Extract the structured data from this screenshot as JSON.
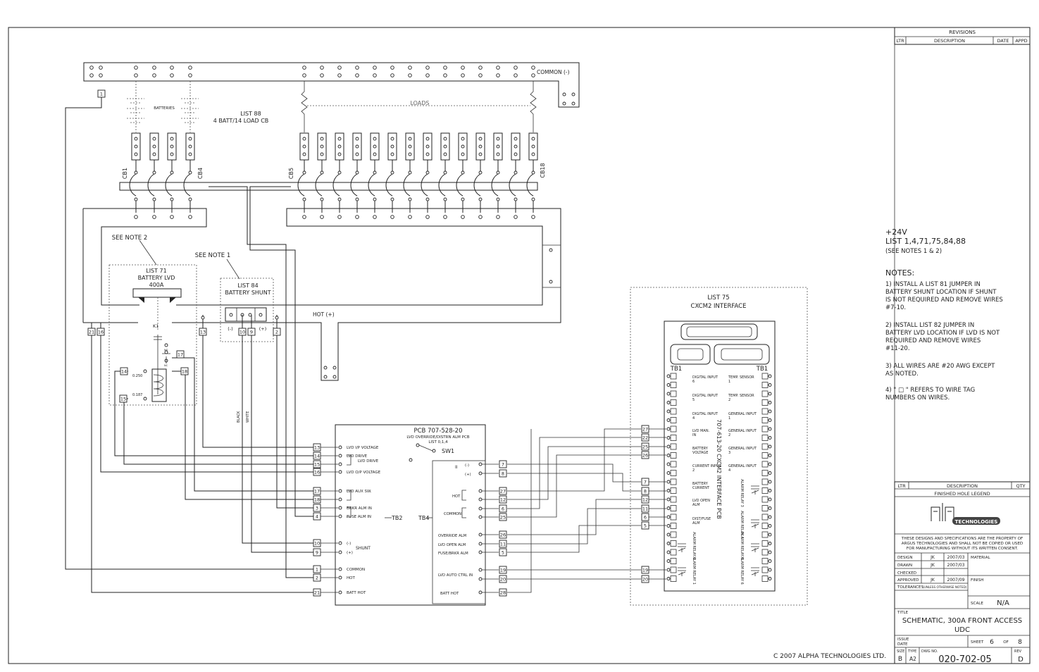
{
  "title_block": {
    "revisions_header": "REVISIONS",
    "rev_cols": [
      "LTR",
      "DESCRIPTION",
      "DATE",
      "APPD"
    ],
    "legend_cols": [
      "LTR",
      "DESCRIPTION",
      "QTY"
    ],
    "legend_title": "FINISHED HOLE LEGEND",
    "logo_text": "TECHNOLOGIES",
    "proprietary": [
      "THESE DESIGNS AND SPECIFICATIONS ARE THE PROPERTY OF",
      "ARGUS TECHNOLOGIES AND SHALL NOT BE COPIED OR USED",
      "FOR MANUFACTURING WITHOUT ITS WRITTEN CONSENT."
    ],
    "design_label": "DESIGN",
    "design_by": "JK",
    "design_date": "2007/03",
    "drawn_label": "DRAWN",
    "drawn_by": "JK",
    "drawn_date": "2007/03",
    "checked_label": "CHECKED",
    "approved_label": "APPROVED",
    "approved_by": "JK",
    "approved_date": "2007/09",
    "material_label": "MATERIAL",
    "finish_label": "FINISH",
    "tolerances_label": "TOLERANCES",
    "tolerances_note": "(UNLESS OTHERWISE NOTED)",
    "scale_label": "SCALE",
    "scale_value": "N/A",
    "title_label": "TITLE",
    "title_line1": "SCHEMATIC, 300A FRONT ACCESS",
    "title_line2": "UDC",
    "issue_label": "ISSUE",
    "date_label": "DATE",
    "sheet_label": "SHEET",
    "sheet_num": "6",
    "of_label": "OF",
    "sheet_total": "8",
    "size_label": "SIZE",
    "size_value": "B",
    "type_label": "TYPE",
    "type_value": "A2",
    "dwg_label": "DWG NO.",
    "dwg_value": "020-702-05",
    "rev_label": "REV",
    "rev_value": "D"
  },
  "copyright": "C 2007 ALPHA TECHNOLOGIES LTD.",
  "right_notes": {
    "voltage": "+24V",
    "lists": "LIST 1,4,71,75,84,88",
    "see": "(SEE NOTES 1 & 2)",
    "notes_title": "NOTES:",
    "notes": [
      [
        "1) INSTALL A LIST 81 JUMPER IN",
        "BATTERY SHUNT LOCATION IF SHUNT",
        "IS NOT REQUIRED AND REMOVE WIRES",
        "#7-10."
      ],
      [
        "2) INSTALL LIST 82 JUMPER IN",
        "BATTERY LVD LOCATION IF LVD IS NOT",
        "REQUIRED AND REMOVE WIRES",
        "#11-20."
      ],
      [
        "3) ALL WIRES ARE #20 AWG EXCEPT",
        "AS NOTED."
      ],
      [
        "4) \" □ \" REFERS TO WIRE TAG",
        "NUMBERS ON WIRES."
      ]
    ]
  },
  "schematic": {
    "common_label": "COMMON (-)",
    "batteries_label": "BATTERIES",
    "loads_label": "LOADS",
    "list88": [
      "LIST 88",
      "4 BATT/14 LOAD CB"
    ],
    "cb_labels": [
      "CB1",
      "CB4",
      "CB5",
      "CB18"
    ],
    "see_note2": "SEE NOTE 2",
    "see_note1": "SEE NOTE 1",
    "list71": [
      "LIST 71",
      "BATTERY LVD",
      "400A"
    ],
    "list84": [
      "LIST 84",
      "BATTERY SHUNT"
    ],
    "shunt_minus": "(-)",
    "shunt_plus": "(+)",
    "hot_label": "HOT (+)",
    "k1_label": "K1",
    "r1_label": "0.250",
    "r2_label": "0.187",
    "black_label": "BLACK",
    "white_label": "WHITE",
    "pcb_label": [
      "PCB 707-528-20",
      "LVD OVERRIDE/DISTRN ALM PCB",
      "LIST 0,1,4"
    ],
    "sw1_label": "SW1",
    "tb2_label": "TB2",
    "tb4_label": "TB4",
    "tb2_rows": [
      "LVD I/P VOLTAGE",
      "LVD DRIVE",
      "",
      "LVD O/P VOLTAGE",
      "LVD AUX SW.",
      "",
      "BRKR ALM IN",
      "FUSE ALM IN",
      "(-)",
      "(+)",
      "COMMON",
      "HOT",
      "BATT HOT"
    ],
    "tb2_shunt": "SHUNT",
    "tb4_rows": [
      "(-)",
      "(+)",
      "HOT",
      "COMMON",
      "OVERRIDE ALM",
      "LVD OPEN ALM",
      "FUSE/BRKR ALM",
      "LVD AUTO CTRL IN",
      "BATT HOT"
    ],
    "tb4_ii": "II",
    "list75": [
      "LIST 75",
      "CXCM2 INTERFACE"
    ],
    "tb1_left": "TB1",
    "tb1_right": "TB1",
    "pcb_vertical": "707-613-20 CXCM2 INTERFACE PCB",
    "cxcm_left_rows": [
      "DIGITAL INPUT 6",
      "DIGITAL INPUT 5",
      "DIGITAL INPUT 4",
      "LVD MAN. IN",
      "BATTERY VOLTAGE",
      "CURRENT INPUT 2",
      "BATTERY CURRENT",
      "LVD OPEN ALM",
      "DIST/FUSE ALM"
    ],
    "cxcm_right_rows": [
      "TEMP. SENSOR 1",
      "TEMP. SENSOR 2",
      "GENERAL INPUT 1",
      "GENERAL INPUT 2",
      "GENERAL INPUT 3",
      "GENERAL INPUT 4",
      "ALARM RELAY 3",
      "ALARM RELAY 4",
      "ALARM RELAY 5",
      "ALARM RELAY 6",
      "ALARM RELAY 2",
      "ALARM RELAY 1"
    ],
    "wire_tags_left": [
      "1",
      "21",
      "16",
      "13",
      "10",
      "9",
      "2",
      "17",
      "18",
      "14",
      "15"
    ],
    "wire_tags_tb2": [
      "13",
      "14",
      "15",
      "16",
      "17",
      "18",
      "3",
      "4",
      "10",
      "9",
      "1",
      "2",
      "21"
    ],
    "wire_tags_tb4": [
      "7",
      "8",
      "27",
      "12",
      "6",
      "25",
      "26",
      "11",
      "5",
      "19",
      "20",
      "28"
    ],
    "wire_tags_cxcm": [
      "27",
      "22",
      "25",
      "26",
      "7",
      "8",
      "12",
      "11",
      "5",
      "6",
      "19",
      "20"
    ]
  }
}
